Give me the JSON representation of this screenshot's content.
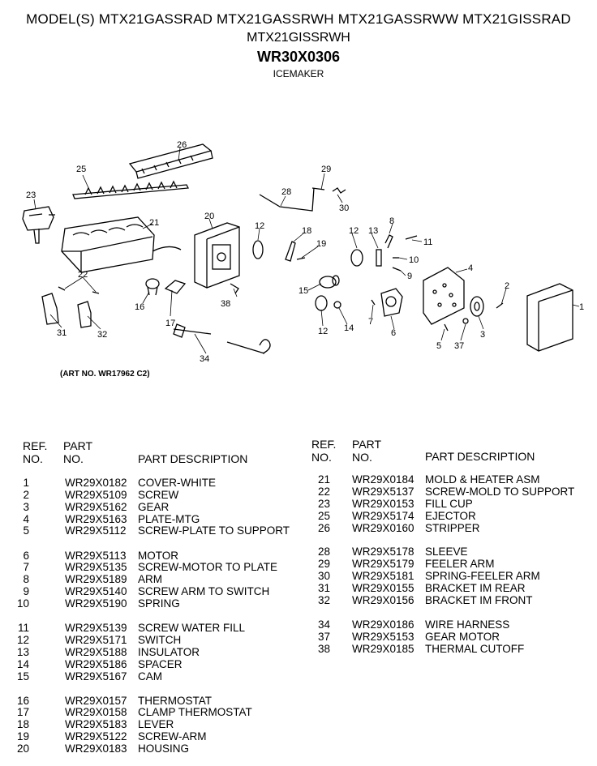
{
  "header": {
    "models_line1": "MODEL(S) MTX21GASSRAD  MTX21GASSRWH  MTX21GASSRWW  MTX21GISSRAD",
    "models_line2": "MTX21GISSRWH",
    "part_number": "WR30X0306",
    "category": "ICEMAKER"
  },
  "diagram": {
    "art_no": "(ART NO. WR17962 C2)",
    "callouts": [
      "1",
      "2",
      "3",
      "4",
      "5",
      "6",
      "7",
      "8",
      "9",
      "10",
      "11",
      "12",
      "12",
      "13",
      "14",
      "15",
      "16",
      "17",
      "18",
      "19",
      "20",
      "21",
      "22",
      "23",
      "25",
      "26",
      "28",
      "29",
      "30",
      "31",
      "32",
      "34",
      "37",
      "38"
    ]
  },
  "table_headers": {
    "ref": "REF.",
    "no": "NO.",
    "part": "PART",
    "part_no": "NO.",
    "desc": "PART DESCRIPTION"
  },
  "parts_left": [
    {
      "ref": "1",
      "pn": "WR29X0182",
      "desc": "COVER-WHITE"
    },
    {
      "ref": "2",
      "pn": "WR29X5109",
      "desc": "SCREW"
    },
    {
      "ref": "3",
      "pn": "WR29X5162",
      "desc": "GEAR"
    },
    {
      "ref": "4",
      "pn": "WR29X5163",
      "desc": "PLATE-MTG"
    },
    {
      "ref": "5",
      "pn": "WR29X5112",
      "desc": "SCREW-PLATE TO SUPPORT"
    },
    {
      "ref": "6",
      "pn": "WR29X5113",
      "desc": "MOTOR"
    },
    {
      "ref": "7",
      "pn": "WR29X5135",
      "desc": "SCREW-MOTOR TO PLATE"
    },
    {
      "ref": "8",
      "pn": "WR29X5189",
      "desc": "ARM"
    },
    {
      "ref": "9",
      "pn": "WR29X5140",
      "desc": "SCREW ARM TO SWITCH"
    },
    {
      "ref": "10",
      "pn": "WR29X5190",
      "desc": "SPRING"
    },
    {
      "ref": "11",
      "pn": "WR29X5139",
      "desc": "SCREW WATER FILL"
    },
    {
      "ref": "12",
      "pn": "WR29X5171",
      "desc": "SWITCH"
    },
    {
      "ref": "13",
      "pn": "WR29X5188",
      "desc": "INSULATOR"
    },
    {
      "ref": "14",
      "pn": "WR29X5186",
      "desc": "SPACER"
    },
    {
      "ref": "15",
      "pn": "WR29X5167",
      "desc": "CAM"
    },
    {
      "ref": "16",
      "pn": "WR29X0157",
      "desc": "THERMOSTAT"
    },
    {
      "ref": "17",
      "pn": "WR29X0158",
      "desc": "CLAMP THERMOSTAT"
    },
    {
      "ref": "18",
      "pn": "WR29X5183",
      "desc": "LEVER"
    },
    {
      "ref": "19",
      "pn": "WR29X5122",
      "desc": "SCREW-ARM"
    },
    {
      "ref": "20",
      "pn": "WR29X0183",
      "desc": "HOUSING"
    }
  ],
  "parts_right": [
    {
      "ref": "21",
      "pn": "WR29X0184",
      "desc": "MOLD & HEATER ASM"
    },
    {
      "ref": "22",
      "pn": "WR29X5137",
      "desc": "SCREW-MOLD TO SUPPORT"
    },
    {
      "ref": "23",
      "pn": "WR29X0153",
      "desc": "FILL CUP"
    },
    {
      "ref": "25",
      "pn": "WR29X5174",
      "desc": "EJECTOR"
    },
    {
      "ref": "26",
      "pn": "WR29X0160",
      "desc": "STRIPPER"
    },
    {
      "ref": "28",
      "pn": "WR29X5178",
      "desc": "SLEEVE"
    },
    {
      "ref": "29",
      "pn": "WR29X5179",
      "desc": "FEELER ARM"
    },
    {
      "ref": "30",
      "pn": "WR29X5181",
      "desc": "SPRING-FEELER ARM"
    },
    {
      "ref": "31",
      "pn": "WR29X0155",
      "desc": "BRACKET IM REAR"
    },
    {
      "ref": "32",
      "pn": "WR29X0156",
      "desc": "BRACKET IM FRONT"
    },
    {
      "ref": "34",
      "pn": "WR29X0186",
      "desc": "WIRE HARNESS"
    },
    {
      "ref": "37",
      "pn": "WR29X5153",
      "desc": "GEAR MOTOR"
    },
    {
      "ref": "38",
      "pn": "WR29X0185",
      "desc": "THERMAL CUTOFF"
    }
  ]
}
